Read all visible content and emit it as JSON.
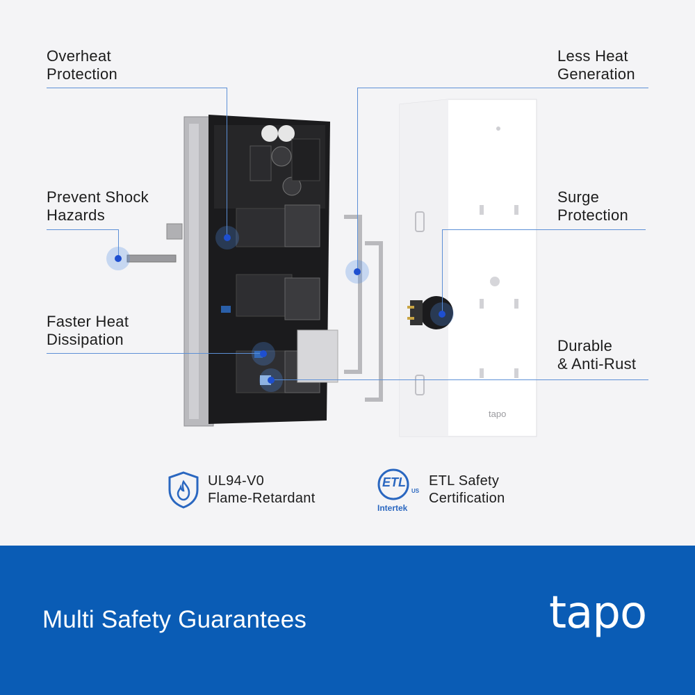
{
  "features": {
    "overheat": {
      "line1": "Overheat",
      "line2": "Protection"
    },
    "shock": {
      "line1": "Prevent Shock",
      "line2": "Hazards"
    },
    "heat_dissipation": {
      "line1": "Faster Heat",
      "line2": "Dissipation"
    },
    "less_heat": {
      "line1": "Less Heat",
      "line2": "Generation"
    },
    "surge": {
      "line1": "Surge",
      "line2": "Protection"
    },
    "durable": {
      "line1": "Durable",
      "line2": "& Anti-Rust"
    }
  },
  "certifications": {
    "ul94": {
      "icon": "flame-shield-icon",
      "line1": "UL94-V0",
      "line2": "Flame-Retardant"
    },
    "etl": {
      "icon": "etl-listed-icon",
      "logo_mark": "ETL",
      "logo_sub": "Intertek",
      "logo_us": "US",
      "line1": "ETL Safety",
      "line2": "Certification"
    }
  },
  "banner": {
    "title": "Multi Safety Guarantees",
    "brand": "tapo"
  },
  "product": {
    "faceplate_brand": "tapo"
  },
  "colors": {
    "accent": "#0a5cb5",
    "leader": "#5c8fd6",
    "dot": "#1e4fd0"
  }
}
